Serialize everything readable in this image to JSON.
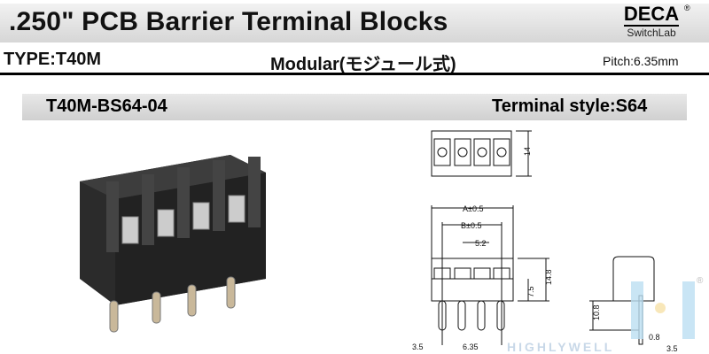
{
  "header": {
    "title": ".250\" PCB Barrier Terminal Blocks",
    "logo_brand": "DECA",
    "logo_sub": "SwitchLab",
    "logo_mark": "®"
  },
  "info": {
    "type": "TYPE:T40M",
    "construction": "Modular(モジュール式)",
    "pitch": "Pitch:6.35mm"
  },
  "product": {
    "part_number": "T40M-BS64-04",
    "terminal_style": "Terminal style:S64"
  },
  "dimensions": {
    "top_height": "14",
    "overall_width": "A±0.5",
    "outer_pin_span": "B±0.5",
    "barrier_gap": "5.2",
    "body_height": "14.8",
    "mount_height": "7.5",
    "pin_length": "10.8",
    "pin_thickness": "0.8",
    "edge_offset": "3.5",
    "pitch": "6.35",
    "side_offset": "3.5"
  },
  "watermark": {
    "text": "HIGHLYWELL",
    "mark": "®"
  },
  "colors": {
    "banner": "#d6d6d6",
    "body": "#2a2a2a",
    "watermark": "#bcdff2"
  }
}
